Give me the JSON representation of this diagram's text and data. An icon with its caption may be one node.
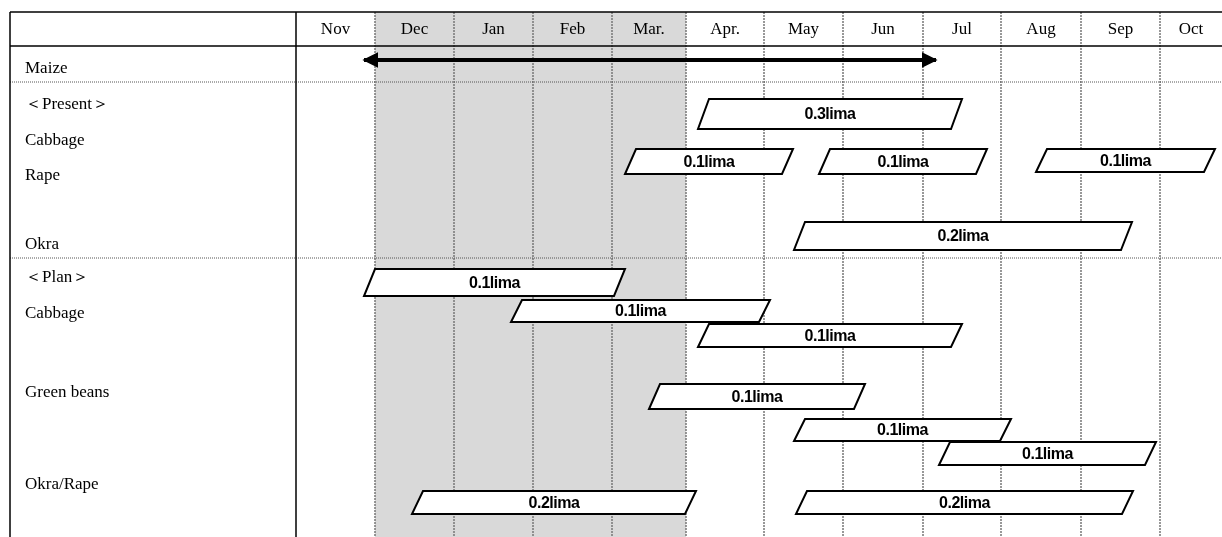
{
  "diagram": {
    "nodes": [
      {
        "text": [
          "0.3lima"
        ]
      },
      {
        "text": [
          "0.1lima"
        ]
      },
      {
        "text": [
          "0.1lima"
        ]
      },
      {
        "text": [
          "0.1lima"
        ]
      },
      {
        "text": [
          "0.2lima"
        ]
      },
      {
        "text": [
          "0.1lima"
        ]
      },
      {
        "text": [
          "0.1lima"
        ]
      },
      {
        "text": [
          "0.1lima"
        ]
      },
      {
        "text": [
          "0.1lima"
        ]
      },
      {
        "text": [
          "0.1lima"
        ]
      },
      {
        "text": [
          "0.1lima"
        ]
      },
      {
        "text": [
          "0.2lima"
        ]
      },
      {
        "text": [
          "0.2lima"
        ]
      }
    ],
    "edges": [],
    "labels": [
      "Nov",
      "Dec",
      "Jan",
      "Feb",
      "Mar.",
      "Apr.",
      "May",
      "Jun",
      "Jul",
      "Aug",
      "Sep",
      "Oct",
      "Maize",
      "＜Present＞",
      "Cabbage",
      "Rape",
      "Okra",
      "＜Plan＞",
      "Cabbage",
      "Green beans",
      "Okra/Rape"
    ]
  }
}
